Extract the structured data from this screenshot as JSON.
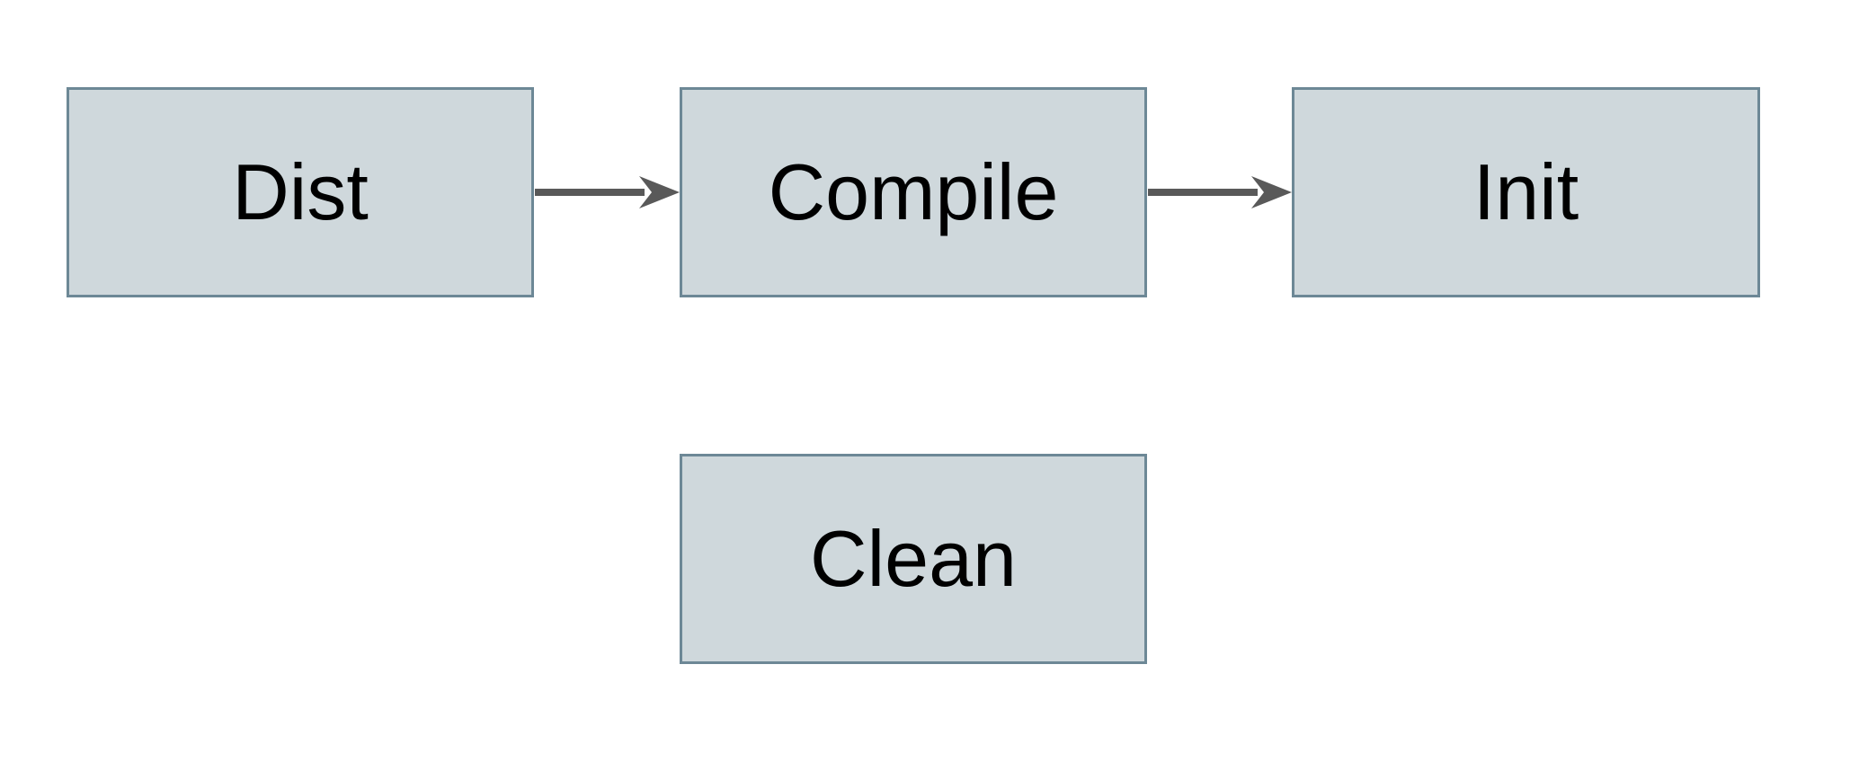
{
  "diagram": {
    "title": "build-targets-flowchart",
    "nodes": [
      {
        "id": "dist",
        "label": "Dist"
      },
      {
        "id": "compile",
        "label": "Compile"
      },
      {
        "id": "init",
        "label": "Init"
      },
      {
        "id": "clean",
        "label": "Clean"
      }
    ],
    "edges": [
      {
        "from": "dist",
        "to": "compile",
        "direction": "right"
      },
      {
        "from": "compile",
        "to": "init",
        "direction": "right"
      }
    ]
  },
  "theme": {
    "canvas_bg": "#ffffff",
    "node_fill": "#cfd8dc",
    "node_border": "#6d8896",
    "arrow_color": "#595959",
    "text_color": "#000000"
  }
}
